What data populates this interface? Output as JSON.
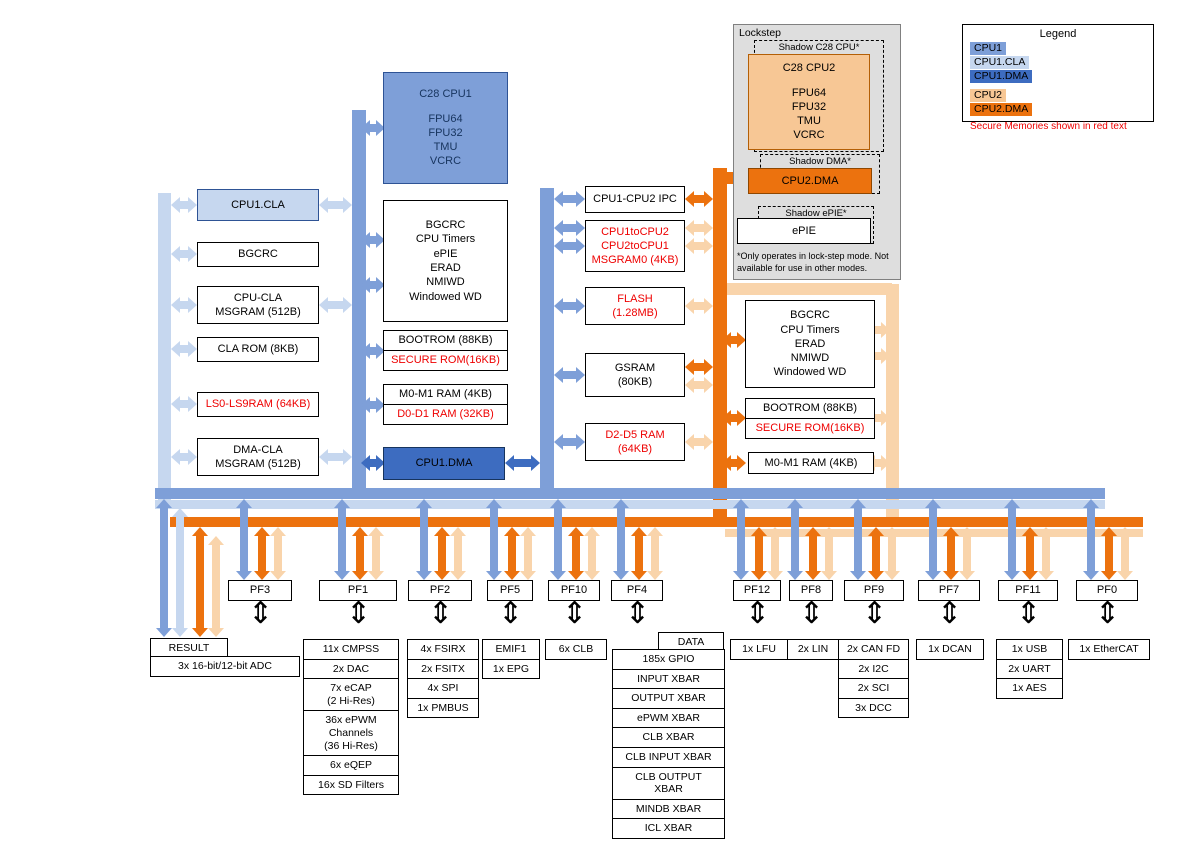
{
  "colors": {
    "blue": "#7E9FD8",
    "lblue": "#C6D7EF",
    "dblue": "#3D6CC0",
    "peach": "#F7C795",
    "orange": "#EC720E",
    "lorange": "#F9D4AB",
    "red": "#EE0000"
  },
  "legend": {
    "title": "Legend",
    "items": [
      "CPU1",
      "CPU1.CLA",
      "CPU1.DMA",
      "CPU2",
      "CPU2.DMA"
    ],
    "note": "Secure Memories shown in red text"
  },
  "blocks": {
    "cpu1_title": "C28 CPU1",
    "cpu1_features": "FPU64\nFPU32\nTMU\nVCRC",
    "cpu1_cla": "CPU1.CLA",
    "bgcrc": "BGCRC",
    "cpu_cla_msgram": "CPU-CLA\nMSGRAM (512B)",
    "cla_rom": "CLA ROM (8KB)",
    "ls_ram": "LS0-LS9RAM (64KB)",
    "dma_cla_msgram": "DMA-CLA\nMSGRAM (512B)",
    "cpu1_sys": "BGCRC\nCPU Timers\nePIE\nERAD\nNMIWD\nWindowed WD",
    "bootrom1": "BOOTROM (88KB)",
    "securerom1": "SECURE ROM(16KB)",
    "m0m1_ram1": "M0-M1 RAM (4KB)",
    "d0d1_ram": "D0-D1 RAM (32KB)",
    "cpu1_dma": "CPU1.DMA",
    "ipc": "CPU1-CPU2 IPC",
    "ipc_msgram": "CPU1toCPU2\nCPU2toCPU1\nMSGRAM0 (4KB)",
    "flash": "FLASH\n(1.28MB)",
    "gsram": "GSRAM\n(80KB)",
    "d2d5_ram": "D2-D5 RAM\n(64KB)",
    "cpu2_sys": "BGCRC\nCPU Timers\nERAD\nNMIWD\nWindowed WD",
    "bootrom2": "BOOTROM (88KB)",
    "securerom2": "SECURE ROM(16KB)",
    "m0m1_ram2": "M0-M1 RAM (4KB)"
  },
  "lockstep": {
    "title": "Lockstep",
    "shadow_cpu_label": "Shadow C28 CPU*",
    "cpu2_title": "C28 CPU2",
    "cpu2_features": "FPU64\nFPU32\nTMU\nVCRC",
    "shadow_dma_label": "Shadow DMA*",
    "cpu2_dma": "CPU2.DMA",
    "shadow_epie_label": "Shadow ePIE*",
    "epie": "ePIE",
    "note": "*Only operates in lock-step mode. Not available for use in other modes."
  },
  "frames": [
    {
      "label": "PF3",
      "sub": "RESULT",
      "items": [
        "3x 16-bit/12-bit ADC"
      ]
    },
    {
      "label": "PF1",
      "items": [
        "11x CMPSS",
        "2x DAC",
        "7x eCAP\n(2 Hi-Res)",
        "36x ePWM\nChannels\n(36 Hi-Res)",
        "6x eQEP",
        "16x SD Filters"
      ]
    },
    {
      "label": "PF2",
      "items": [
        "4x FSIRX",
        "2x FSITX",
        "4x SPI",
        "1x PMBUS"
      ]
    },
    {
      "label": "PF5",
      "items": [
        "EMIF1",
        "1x EPG"
      ]
    },
    {
      "label": "PF10",
      "items": [
        "6x CLB"
      ]
    },
    {
      "label": "PF4",
      "sub": "DATA",
      "items": [
        "185x GPIO",
        "INPUT XBAR",
        "OUTPUT XBAR",
        "ePWM XBAR",
        "CLB XBAR",
        "CLB INPUT XBAR",
        "CLB OUTPUT\nXBAR",
        "MINDB XBAR",
        "ICL XBAR"
      ]
    },
    {
      "label": "PF12",
      "items": [
        "1x LFU"
      ]
    },
    {
      "label": "PF8",
      "items": [
        "2x LIN"
      ]
    },
    {
      "label": "PF9",
      "items": [
        "2x CAN FD",
        "2x I2C",
        "2x SCI",
        "3x DCC"
      ]
    },
    {
      "label": "PF7",
      "items": [
        "1x DCAN"
      ]
    },
    {
      "label": "PF11",
      "items": [
        "1x USB",
        "2x UART",
        "1x AES"
      ]
    },
    {
      "label": "PF0",
      "items": [
        "1x EtherCAT"
      ]
    }
  ]
}
